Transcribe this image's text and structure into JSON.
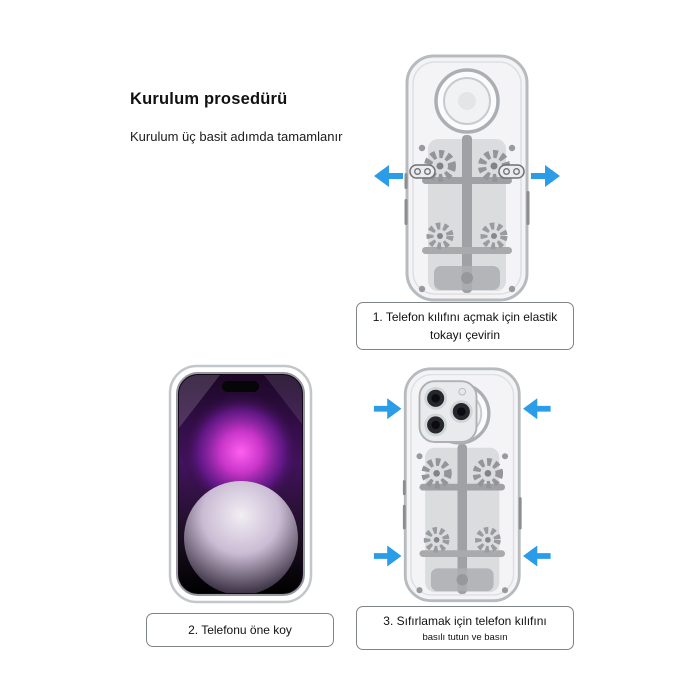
{
  "header": {
    "title": "Kurulum prosedürü",
    "subtitle": "Kurulum üç basit adımda tamamlanır"
  },
  "steps": [
    {
      "line1": "1. Telefon kılıfını açmak için elastik",
      "line2": "tokayı çevirin"
    },
    {
      "line1": "2. Telefonu öne koy",
      "line2": ""
    },
    {
      "line1": "3. Sıfırlamak için telefon kılıfını",
      "line2": "basılı tutun ve basın"
    }
  ],
  "colors": {
    "arrow": "#2b9ce8"
  }
}
